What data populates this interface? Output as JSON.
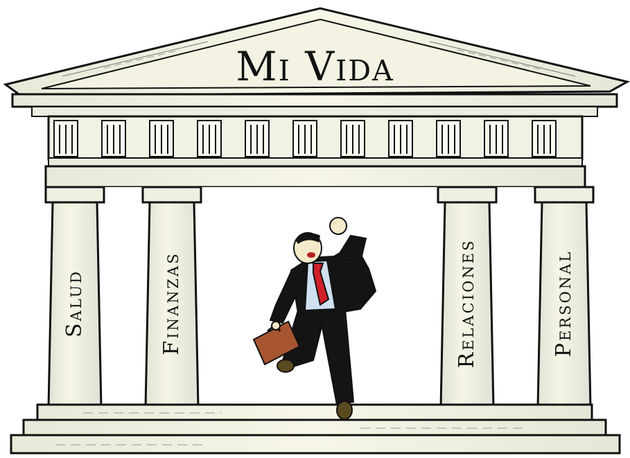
{
  "title": "Mi Vida",
  "pillars": [
    {
      "label": "Salud"
    },
    {
      "label": "Finanzas"
    },
    {
      "label": "Relaciones"
    },
    {
      "label": "Personal"
    }
  ],
  "icons": [
    "temple-icon",
    "businessman-icon",
    "briefcase-icon",
    "necktie-icon"
  ],
  "colors": {
    "stone": "#f3f2e3",
    "stone_shadow": "#d9dccc",
    "outline": "#111111",
    "necktie": "#d0202a",
    "briefcase": "#a65530",
    "suit": "#141414",
    "shirt": "#cfe0f0"
  }
}
